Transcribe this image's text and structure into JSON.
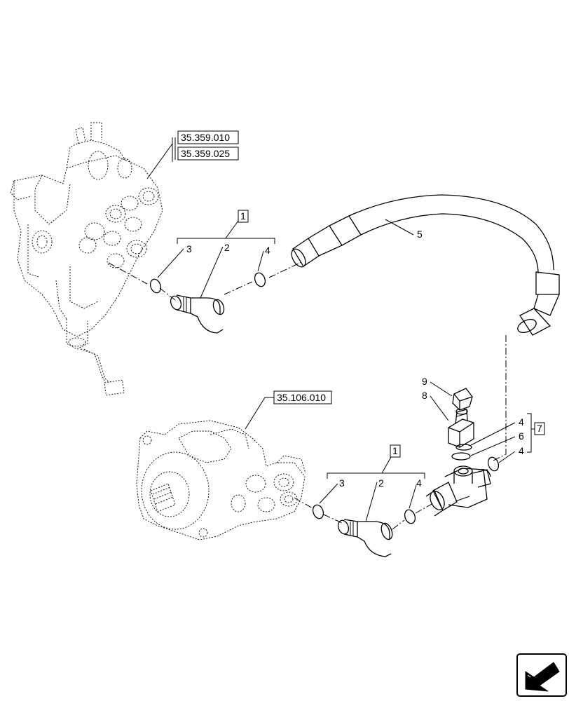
{
  "references": {
    "valve_ref_1": "35.359.010",
    "valve_ref_2": "35.359.025",
    "pump_ref": "35.106.010"
  },
  "callouts": {
    "kit_upper": "1",
    "kit_lower": "1",
    "kit_tee": "7",
    "oring_a": "3",
    "elbow_a": "2",
    "oring_b": "4",
    "hose": "5",
    "oring_c": "3",
    "elbow_b": "2",
    "oring_d": "4",
    "cap": "9",
    "quick_coupler": "8",
    "tee_oring_top": "4",
    "tee_seal": "6",
    "tee_oring_side": "4"
  },
  "icons": {
    "navigation": "next-page-arrow-icon"
  }
}
